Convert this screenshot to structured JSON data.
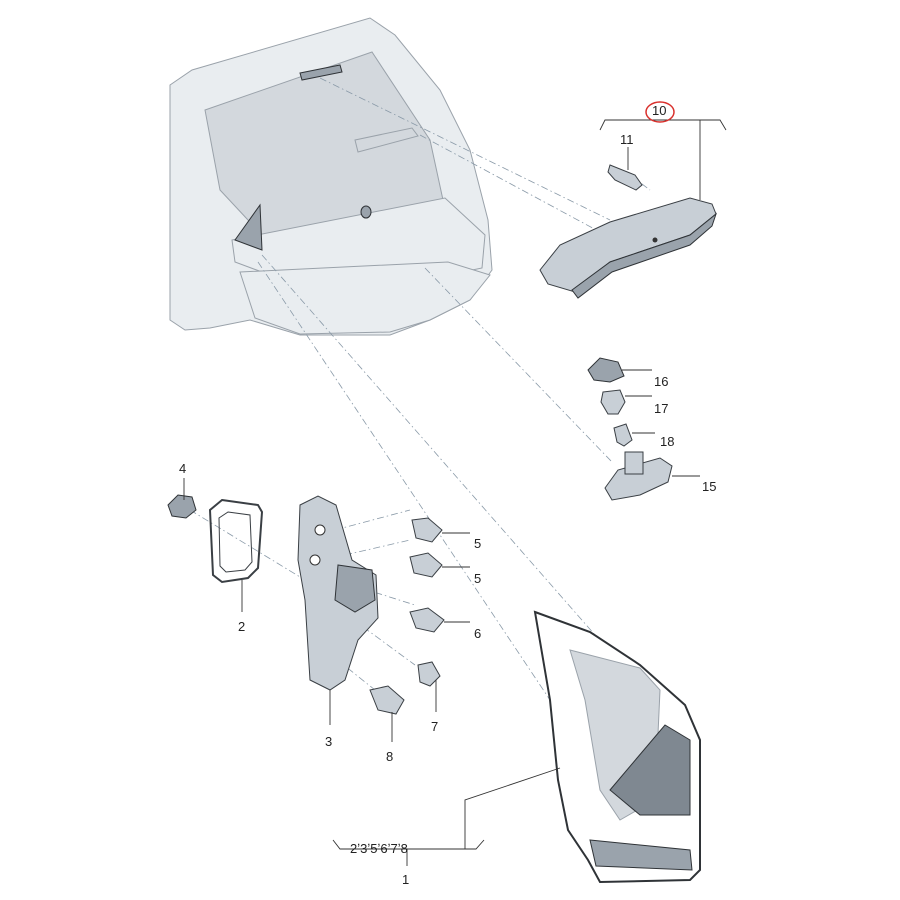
{
  "labels": {
    "p1": "1",
    "p2": "2",
    "p3": "3",
    "p4": "4",
    "p5a": "5",
    "p5b": "5",
    "p6": "6",
    "p7": "7",
    "p8": "8",
    "p10": "10",
    "p11": "11",
    "p15": "15",
    "p16": "16",
    "p17": "17",
    "p18": "18",
    "set1": "2ʼ3ʼ5ʼ6ʼ7ʼ8"
  },
  "colors": {
    "highlight_circle": "#d9302c",
    "leader": "#333333",
    "phantom_line": "#8a9aa8"
  }
}
